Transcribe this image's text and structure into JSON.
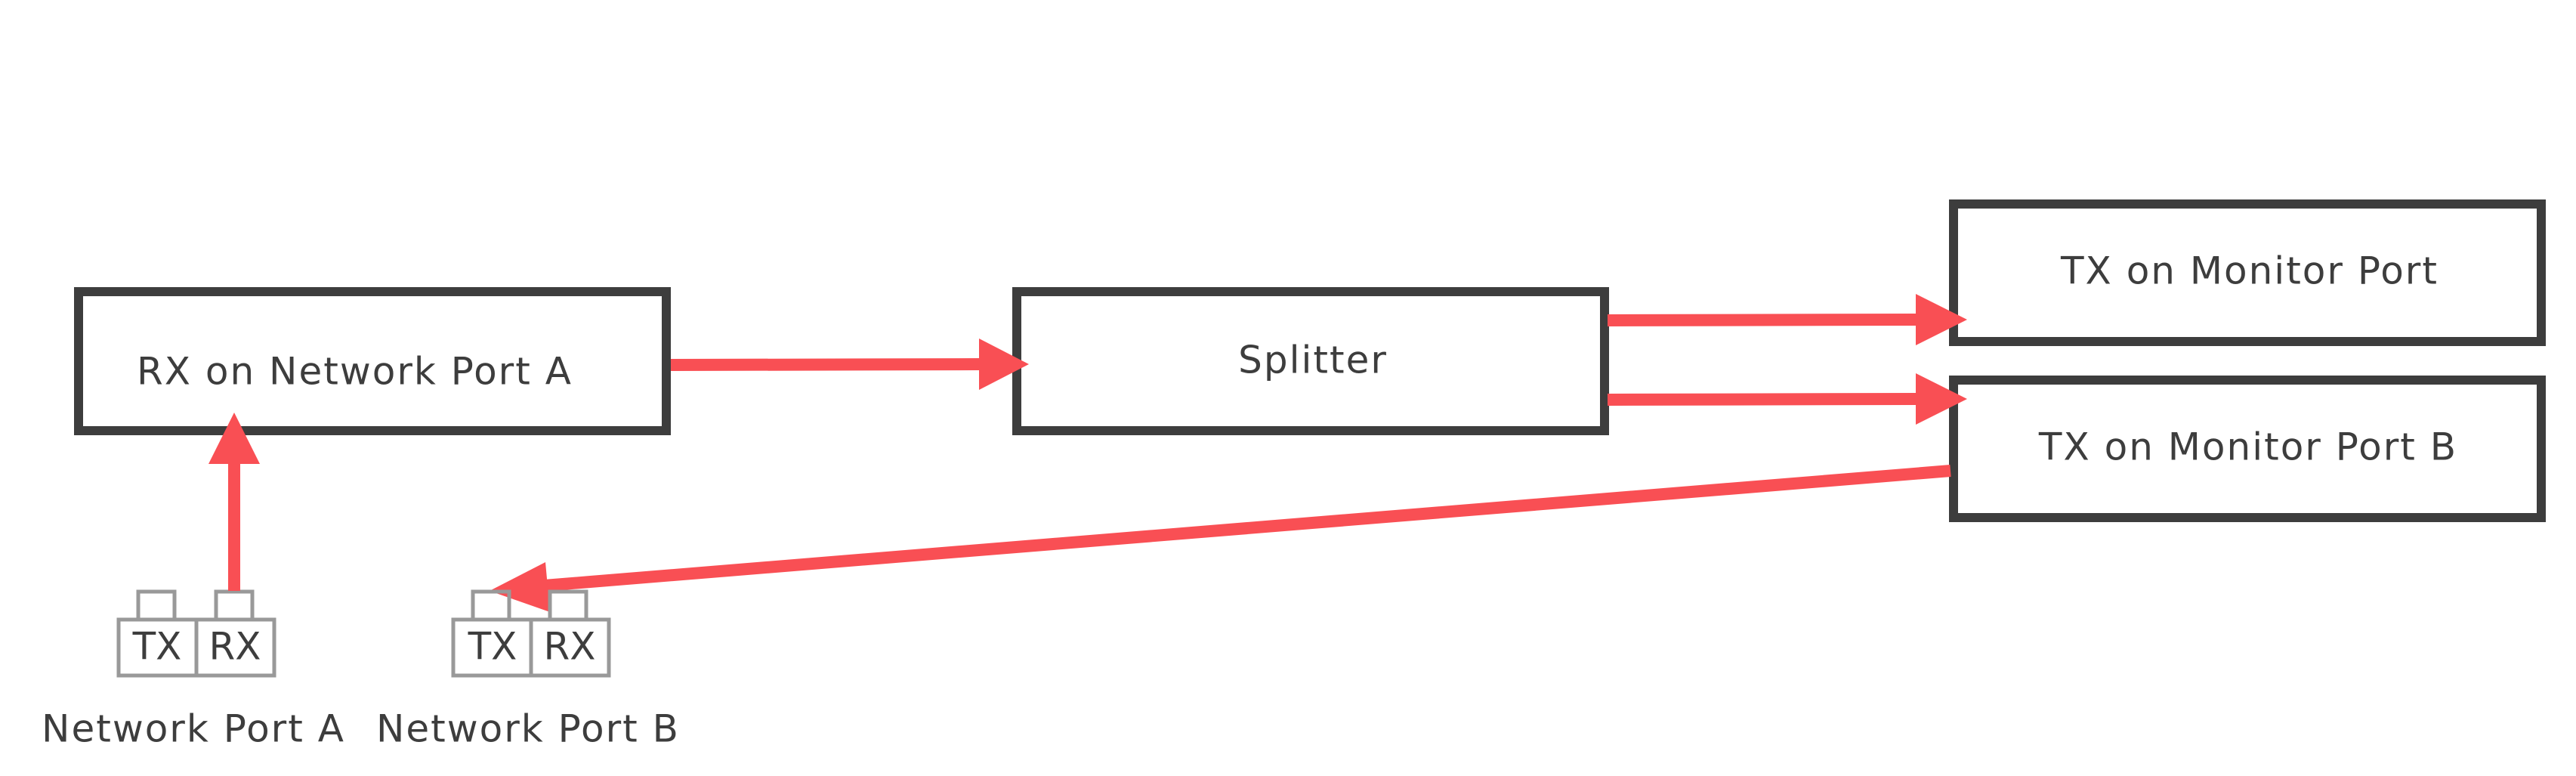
{
  "colors": {
    "box_stroke": "#3d3d3d",
    "arrow": "#f94f54",
    "port_stroke": "#999999",
    "text": "#3d3d3d"
  },
  "boxes": {
    "rx_network_port_a": "RX on Network Port A",
    "splitter": "Splitter",
    "tx_monitor_port": "TX on Monitor Port",
    "tx_monitor_port_b": "TX on Monitor Port B"
  },
  "ports": {
    "network_port_a": {
      "tx_label": "TX",
      "rx_label": "RX",
      "caption": "Network Port A"
    },
    "network_port_b": {
      "tx_label": "TX",
      "rx_label": "RX",
      "caption": "Network Port B"
    }
  }
}
